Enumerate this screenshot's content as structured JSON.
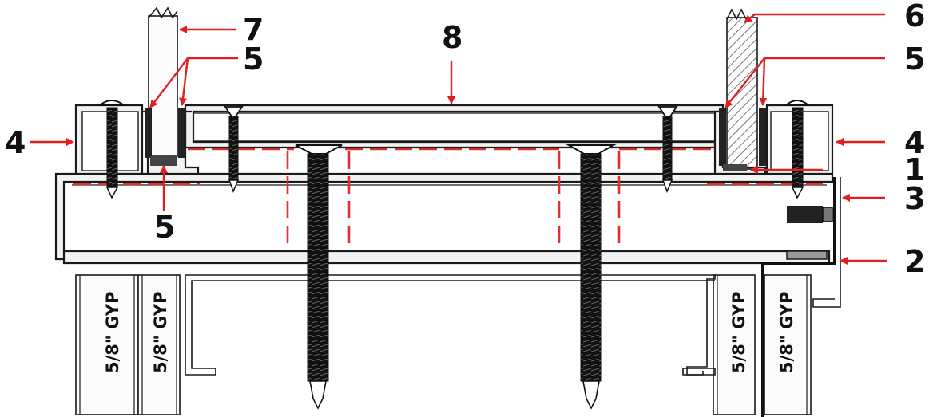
{
  "colors": {
    "leader": "#e02020",
    "dash": "#e03030",
    "line": "#1a1a1a",
    "hatch": "#777777",
    "fill": "#f2f2f2"
  },
  "callouts": {
    "c1": "1",
    "c2": "2",
    "c3": "3",
    "c4_left": "4",
    "c4_right": "4",
    "c5_top_left": "5",
    "c5_bottom_left": "5",
    "c5_top_right": "5",
    "c6": "6",
    "c7": "7",
    "c8": "8"
  },
  "gypsum_labels": {
    "left_outer": "5/8\" GYP",
    "left_inner": "5/8\" GYP",
    "right_inner": "5/8\" GYP",
    "right_outer": "5/8\" GYP"
  }
}
